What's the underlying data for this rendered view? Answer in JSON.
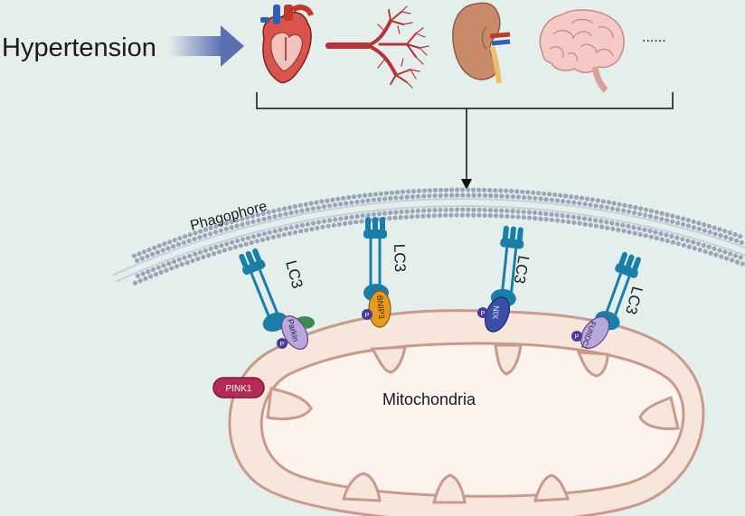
{
  "header": {
    "condition": "Hypertension",
    "ellipsis": "......"
  },
  "organs": [
    {
      "name": "heart-icon"
    },
    {
      "name": "blood-vessel-icon"
    },
    {
      "name": "kidney-icon"
    },
    {
      "name": "brain-icon"
    }
  ],
  "membrane": {
    "label": "Phagophore"
  },
  "mitochondria": {
    "label": "Mitochondria"
  },
  "receptors": {
    "lc3_label": "LC3",
    "parkin": "Parkin",
    "ub": "ub",
    "bnip3": "BNIP3",
    "nix": "NIX",
    "fundc1": "FUNDC1",
    "phospho": "P",
    "pink1": "PINK1"
  },
  "colors": {
    "background": "#e4efec",
    "lc3_blue": "#1a7fa8",
    "arrow_blue": "#5b6fb3",
    "membrane_bead": "#9aa6b8",
    "mito_outer": "#f7e6dc",
    "mito_border": "#c99a8a",
    "pink1": "#b52a57",
    "bnip3": "#e69a1e",
    "parkin": "#b9a7dc",
    "ub": "#3b8a4a",
    "phospho": "#4b3a9a"
  }
}
